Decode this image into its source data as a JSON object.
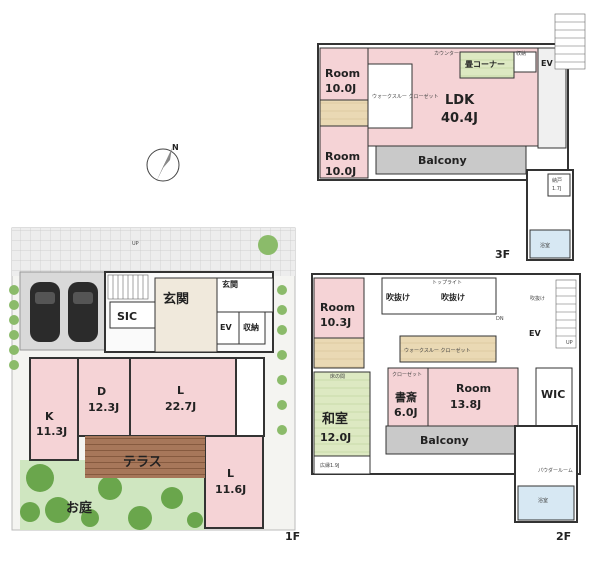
{
  "north": {
    "symbol": "N"
  },
  "floors": {
    "f1": "1F",
    "f2": "2F",
    "f3": "3F"
  },
  "f1": {
    "genkan_big": "玄関",
    "genkan_small": "玄関",
    "sic": "SIC",
    "up": "UP",
    "ev": "EV",
    "storage": "収納",
    "k_name": "K",
    "k_size": "11.3J",
    "d_name": "D",
    "d_size": "12.3J",
    "l_name": "L",
    "l_size": "22.7J",
    "terrace": "テラス",
    "l2_name": "L",
    "l2_size": "11.6J",
    "garden": "お庭"
  },
  "f2": {
    "room1_name": "Room",
    "room1_size": "10.3J",
    "fukinuke": "吹抜け",
    "fukinuke_small": "吹抜け",
    "toplight": "トップライト",
    "dn": "DN",
    "up": "UP",
    "ev": "EV",
    "walkin": "ウォークスルー\nクローゼット",
    "tokonoma": "床の間",
    "washitsu_name": "和室",
    "washitsu_size": "12.0J",
    "hiroen": "広縁1.9J",
    "closet": "クローゼット",
    "shosai_name": "書斎",
    "shosai_size": "6.0J",
    "room2_name": "Room",
    "room2_size": "13.8J",
    "wic": "WIC",
    "balcony": "Balcony",
    "powder": "パウダールーム",
    "bath": "浴室"
  },
  "f3": {
    "room_a_name": "Room",
    "room_a_size": "10.0J",
    "room_b_name": "Room",
    "room_b_size": "10.0J",
    "walkin": "ウォークスルー\nクローゼット",
    "counter": "カウンター",
    "storage_small": "収納",
    "tatami": "畳コーナー",
    "ev": "EV",
    "ldk_name": "LDK",
    "ldk_size": "40.4J",
    "balcony": "Balcony",
    "nando": "納戸",
    "nando_size": "1.7J",
    "bath": "浴室"
  }
}
